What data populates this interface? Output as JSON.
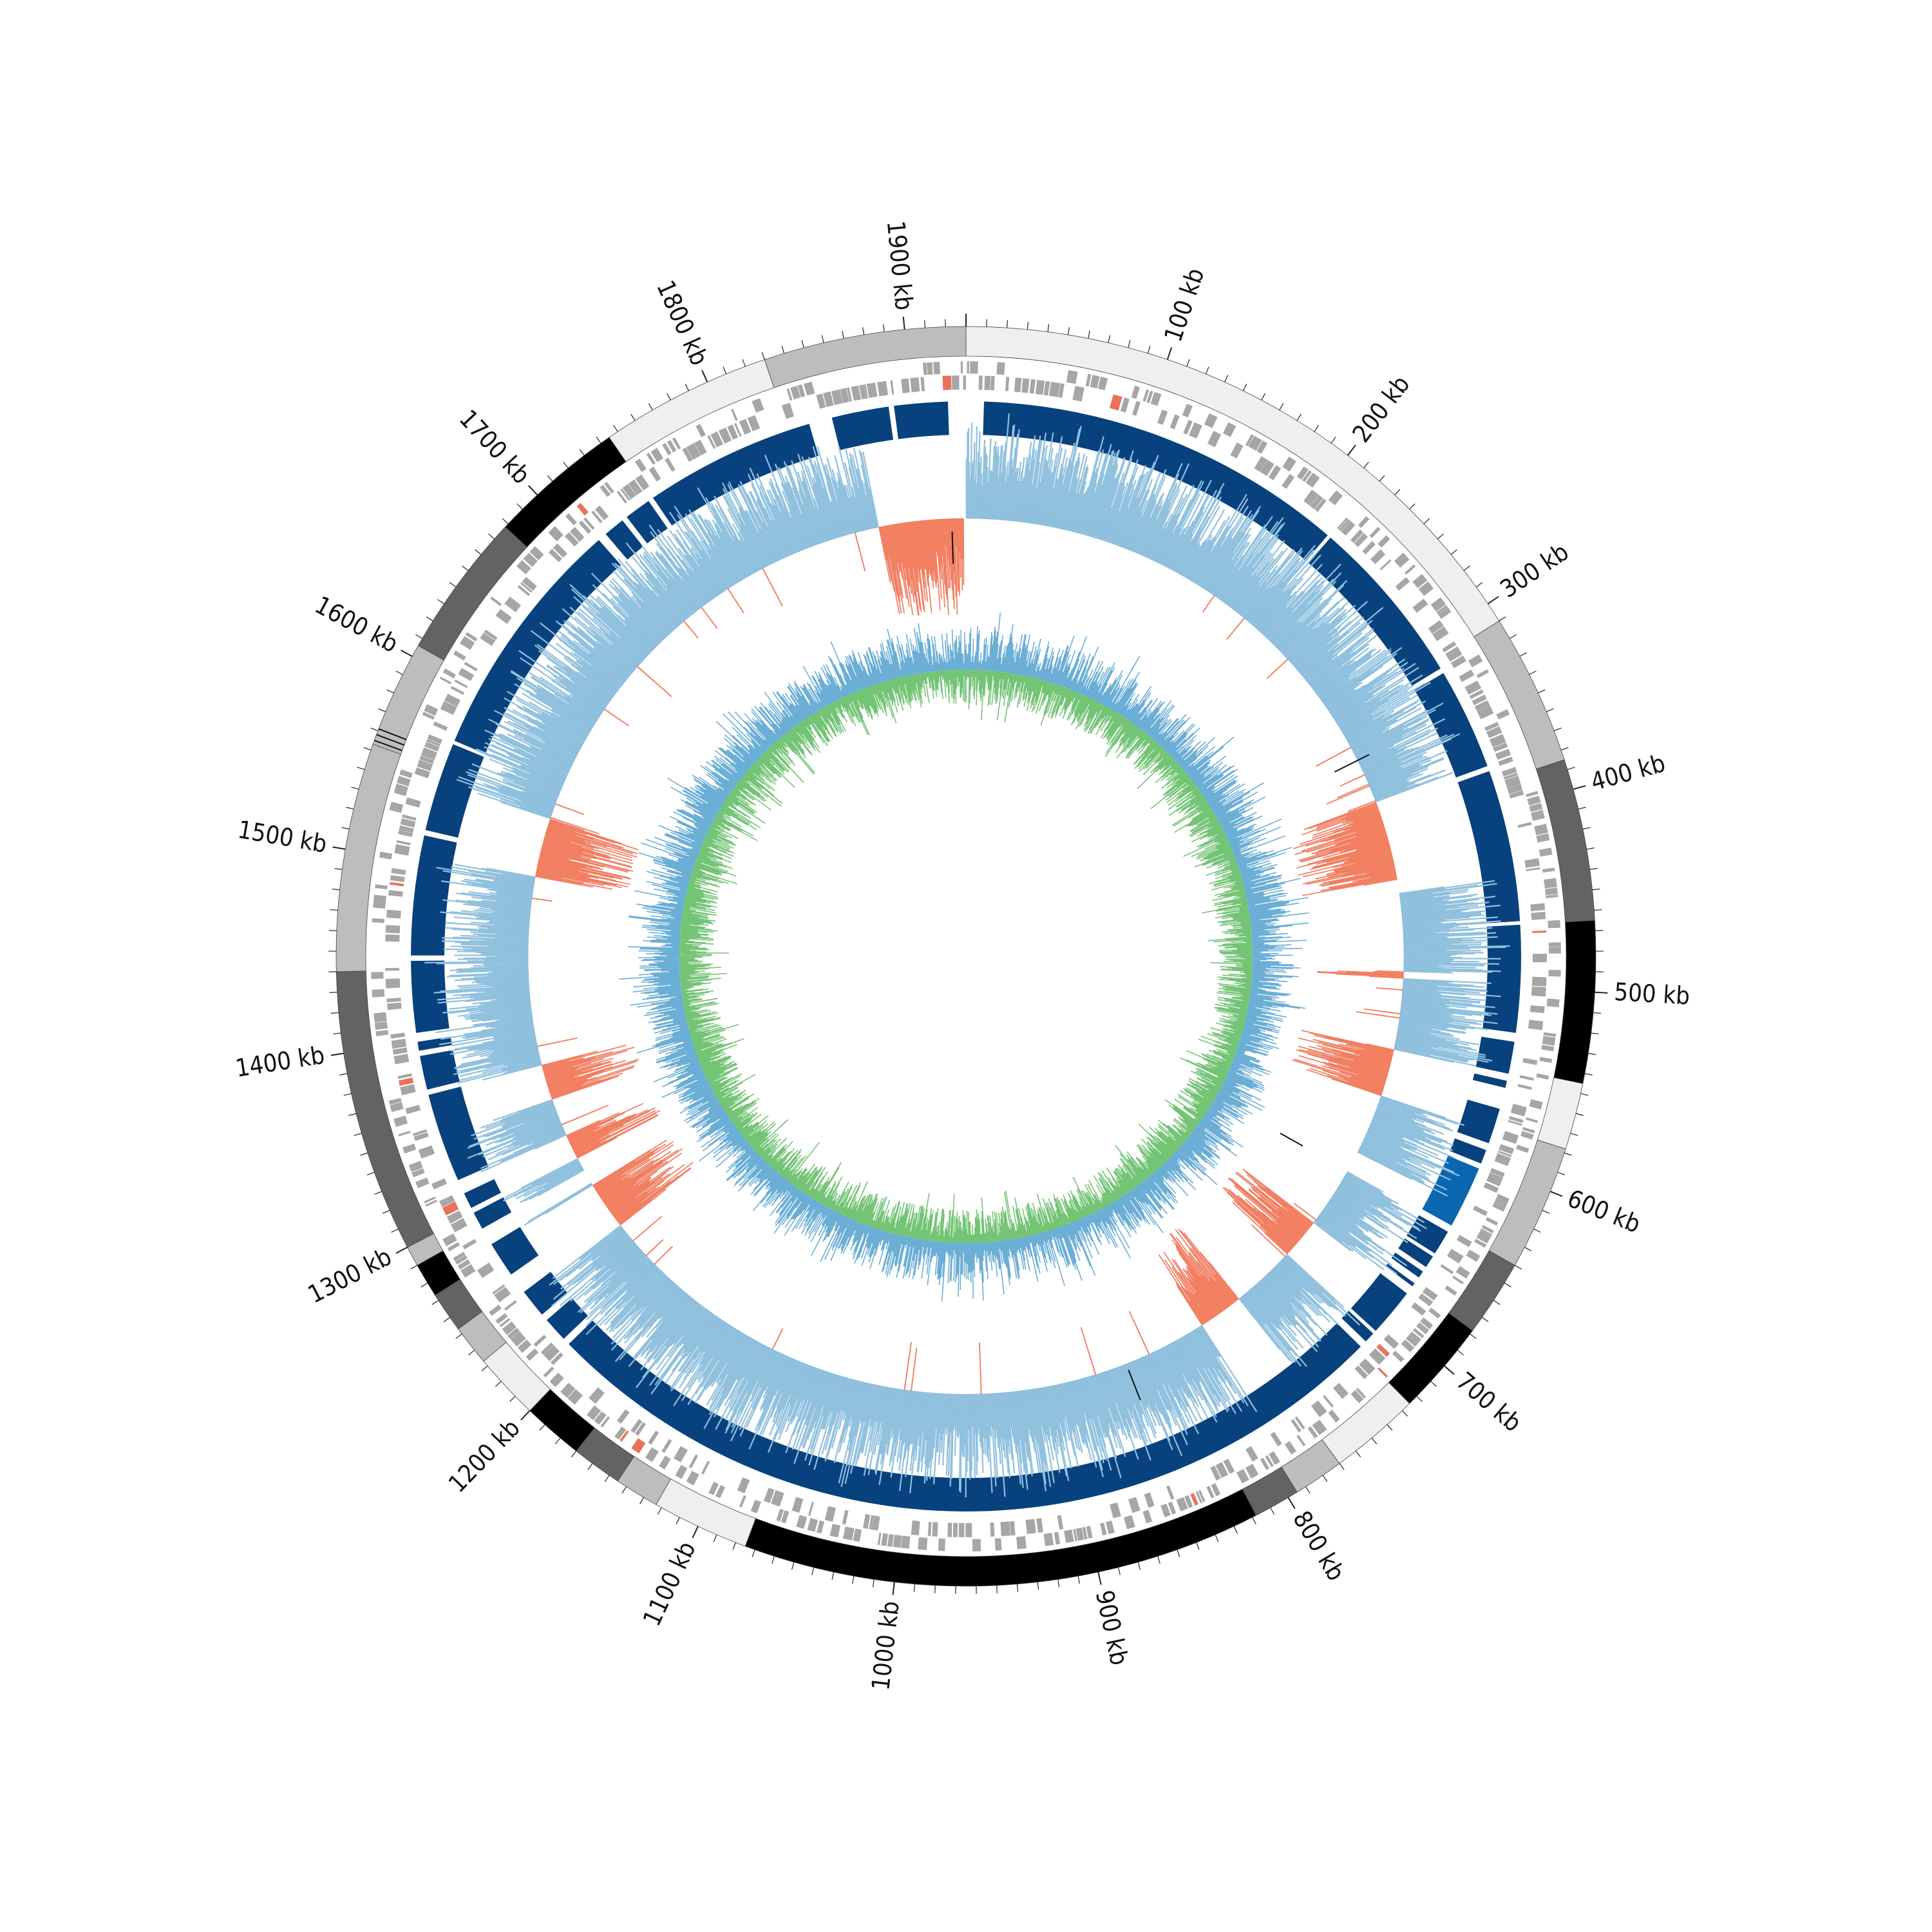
{
  "genome": {
    "length_kb": 1930,
    "tick_label_unit": "kb",
    "major_tick_labels": [
      {
        "value": 100,
        "text": "100 kb"
      },
      {
        "value": 200,
        "text": "200 kb"
      },
      {
        "value": 300,
        "text": "300 kb"
      },
      {
        "value": 400,
        "text": "400 kb"
      },
      {
        "value": 500,
        "text": "500 kb"
      },
      {
        "value": 600,
        "text": "600 kb"
      },
      {
        "value": 700,
        "text": "700 kb"
      },
      {
        "value": 800,
        "text": "800 kb"
      },
      {
        "value": 900,
        "text": "900 kb"
      },
      {
        "value": 1000,
        "text": "1000 kb"
      },
      {
        "value": 1100,
        "text": "1100 kb"
      },
      {
        "value": 1200,
        "text": "1200 kb"
      },
      {
        "value": 1300,
        "text": "1300 kb"
      },
      {
        "value": 1400,
        "text": "1400 kb"
      },
      {
        "value": 1500,
        "text": "1500 kb"
      },
      {
        "value": 1600,
        "text": "1600 kb"
      },
      {
        "value": 1700,
        "text": "1700 kb"
      },
      {
        "value": 1800,
        "text": "1800 kb"
      },
      {
        "value": 1900,
        "text": "1900 kb"
      }
    ],
    "minor_tick_step_kb": 10
  },
  "colors": {
    "ideogram_white": "#efefef",
    "ideogram_light": "#bdbdbd",
    "ideogram_mid": "#636363",
    "ideogram_black": "#000000",
    "genes": "#a6a6a6",
    "genes_highlight": "#e8735a",
    "blocks": "#08427e",
    "blocks_alt": "#0b66b0",
    "coverage_pos": "#9ecae1",
    "coverage_neg": "#fc8d6a",
    "coverage_mark": "#111111",
    "gc_skew": "#6baed6",
    "gc_content": "#74c476"
  },
  "tracks": {
    "ideogram_bands": [
      {
        "start": 0,
        "end": 310,
        "shade": "white"
      },
      {
        "start": 310,
        "end": 385,
        "shade": "light"
      },
      {
        "start": 385,
        "end": 465,
        "shade": "mid"
      },
      {
        "start": 465,
        "end": 545,
        "shade": "black"
      },
      {
        "start": 545,
        "end": 578,
        "shade": "white"
      },
      {
        "start": 578,
        "end": 640,
        "shade": "light"
      },
      {
        "start": 640,
        "end": 678,
        "shade": "mid"
      },
      {
        "start": 678,
        "end": 725,
        "shade": "black"
      },
      {
        "start": 725,
        "end": 770,
        "shade": "white"
      },
      {
        "start": 770,
        "end": 795,
        "shade": "light"
      },
      {
        "start": 795,
        "end": 818,
        "shade": "mid"
      },
      {
        "start": 818,
        "end": 1075,
        "shade": "black"
      },
      {
        "start": 1075,
        "end": 1123,
        "shade": "white"
      },
      {
        "start": 1123,
        "end": 1145,
        "shade": "light"
      },
      {
        "start": 1145,
        "end": 1170,
        "shade": "mid"
      },
      {
        "start": 1170,
        "end": 1200,
        "shade": "black"
      },
      {
        "start": 1200,
        "end": 1233,
        "shade": "white"
      },
      {
        "start": 1233,
        "end": 1253,
        "shade": "light"
      },
      {
        "start": 1253,
        "end": 1273,
        "shade": "mid"
      },
      {
        "start": 1273,
        "end": 1290,
        "shade": "black"
      },
      {
        "start": 1290,
        "end": 1300,
        "shade": "light"
      },
      {
        "start": 1300,
        "end": 1440,
        "shade": "mid"
      },
      {
        "start": 1440,
        "end": 1553,
        "shade": "light"
      },
      {
        "start": 1553,
        "end": 1606,
        "shade": "light"
      },
      {
        "start": 1606,
        "end": 1678,
        "shade": "mid"
      },
      {
        "start": 1678,
        "end": 1745,
        "shade": "black"
      },
      {
        "start": 1745,
        "end": 1830,
        "shade": "white"
      },
      {
        "start": 1830,
        "end": 1930,
        "shade": "light"
      }
    ],
    "blocks": [
      {
        "start": 10,
        "end": 218
      },
      {
        "start": 220,
        "end": 315
      },
      {
        "start": 318,
        "end": 375
      },
      {
        "start": 378,
        "end": 463
      },
      {
        "start": 465,
        "end": 525
      },
      {
        "start": 530,
        "end": 548
      },
      {
        "start": 552,
        "end": 556
      },
      {
        "start": 568,
        "end": 588
      },
      {
        "start": 592,
        "end": 600
      },
      {
        "start": 603,
        "end": 638
      },
      {
        "start": 642,
        "end": 656
      },
      {
        "start": 658,
        "end": 665
      },
      {
        "start": 668,
        "end": 672
      },
      {
        "start": 676,
        "end": 678
      },
      {
        "start": 683,
        "end": 710
      },
      {
        "start": 712,
        "end": 718
      },
      {
        "start": 722,
        "end": 1210
      },
      {
        "start": 1214,
        "end": 1228
      },
      {
        "start": 1232,
        "end": 1248
      },
      {
        "start": 1260,
        "end": 1280
      },
      {
        "start": 1290,
        "end": 1300
      },
      {
        "start": 1303,
        "end": 1312
      },
      {
        "start": 1320,
        "end": 1370
      },
      {
        "start": 1373,
        "end": 1392
      },
      {
        "start": 1395,
        "end": 1400
      },
      {
        "start": 1405,
        "end": 1445
      },
      {
        "start": 1448,
        "end": 1515
      },
      {
        "start": 1518,
        "end": 1568
      },
      {
        "start": 1570,
        "end": 1708
      },
      {
        "start": 1713,
        "end": 1725
      },
      {
        "start": 1728,
        "end": 1743
      },
      {
        "start": 1746,
        "end": 1842
      },
      {
        "start": 1855,
        "end": 1887
      },
      {
        "start": 1890,
        "end": 1920
      }
    ],
    "coverage_neg_regions": [
      {
        "start": 1868,
        "end": 1928
      },
      {
        "start": 372,
        "end": 428
      },
      {
        "start": 493,
        "end": 498
      },
      {
        "start": 548,
        "end": 582
      },
      {
        "start": 683,
        "end": 712
      },
      {
        "start": 758,
        "end": 790
      },
      {
        "start": 1244,
        "end": 1278
      },
      {
        "start": 1300,
        "end": 1318
      },
      {
        "start": 1345,
        "end": 1370
      },
      {
        "start": 1503,
        "end": 1545
      }
    ],
    "coverage_gaps": [
      {
        "start": 428,
        "end": 438
      },
      {
        "start": 625,
        "end": 640
      },
      {
        "start": 1280,
        "end": 1290
      },
      {
        "start": 1928,
        "end": 1930
      }
    ]
  }
}
